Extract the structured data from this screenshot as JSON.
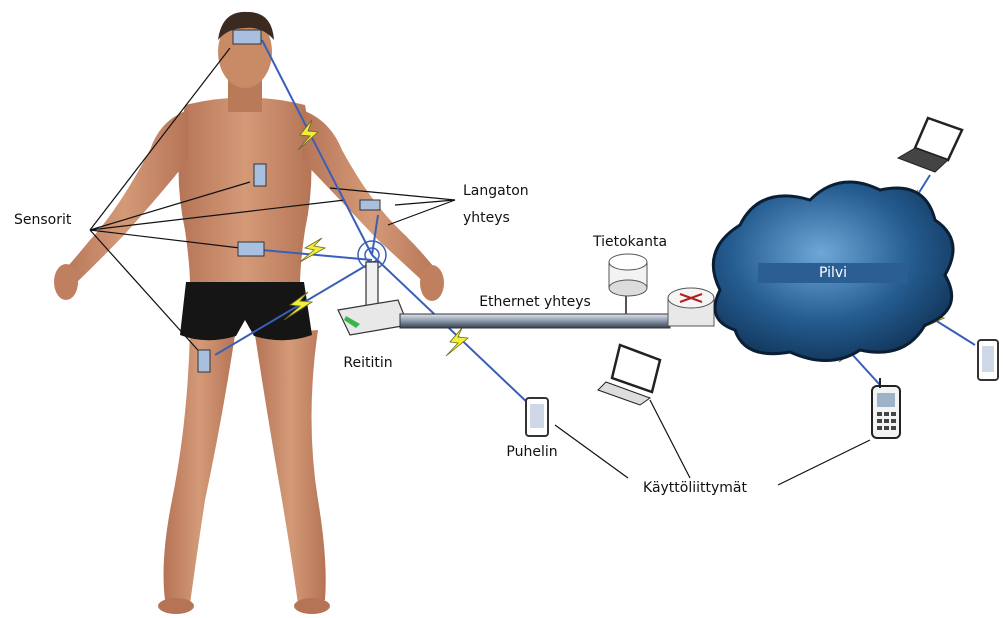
{
  "labels": {
    "sensors": "Sensorit",
    "wireless_line1": "Langaton",
    "wireless_line2": "yhteys",
    "database": "Tietokanta",
    "ethernet": "Ethernet yhteys",
    "cloud": "Pilvi",
    "router": "Reititin",
    "phone": "Puhelin",
    "user_interfaces": "Käyttöliittymät"
  },
  "colors": {
    "skin": "#c98a66",
    "shorts": "#151515",
    "link_blue": "#3a5fb8",
    "lightning": "#f2ee3a",
    "sensor_fill": "#a9bfe0",
    "cloud": "#1c4f80",
    "cloud_label": "#2b5f93"
  },
  "icons": [
    "sensor-icon",
    "router-icon",
    "database-icon",
    "cloud-icon",
    "laptop-icon",
    "phone-icon",
    "desktop-icon",
    "lightning-icon"
  ]
}
